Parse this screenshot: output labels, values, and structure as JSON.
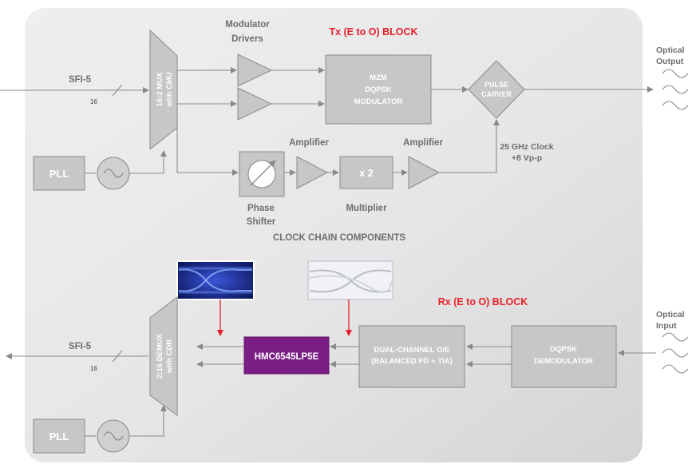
{
  "labels": {
    "modulator_drivers_1": "Modulator",
    "modulator_drivers_2": "Drivers",
    "tx_block": "Tx (E to O) BLOCK",
    "rx_block": "Rx (E to O) BLOCK",
    "optical_output_1": "Optical",
    "optical_output_2": "Output",
    "optical_input_1": "Optical",
    "optical_input_2": "Input",
    "sfi5_top": "SFI-5",
    "bus16_top": "16",
    "sfi5_bottom": "SFI-5",
    "bus16_bottom": "16",
    "mux_1": "16:2 MUX",
    "mux_2": "with CMU",
    "demux_1": "2:16 DEMUX",
    "demux_2": "with CDR",
    "mzm_1": "MZM",
    "mzm_2": "DQPSK",
    "mzm_3": "MODULATOR",
    "pulse_1": "PULSE",
    "pulse_2": "CARVER",
    "clock_1": "25 GHz Clock",
    "clock_2": "+8 Vp-p",
    "pll_top": "PLL",
    "pll_bottom": "PLL",
    "amplifier_1": "Amplifier",
    "amplifier_2": "Amplifier",
    "multiplier_box": "x 2",
    "multiplier_label": "Multiplier",
    "phase_1": "Phase",
    "phase_2": "Shifter",
    "clock_chain": "CLOCK CHAIN COMPONENTS",
    "hmc": "HMC6545LP5E",
    "oe_1": "DUAL-CHANNEL O/E",
    "oe_2": "(BALANCED PD + TIA)",
    "demod_1": "DQPSK",
    "demod_2": "DEMODULATOR"
  },
  "colors": {
    "hmc_fill": "#7a1e86",
    "block_title": "#e8202a",
    "box_fill": "#c7c7c7",
    "label_gray": "#6e6e6e",
    "eye_blue": "#1a2a8c",
    "eye_white": "#eef0f4"
  },
  "icons": [
    "oscillator-icon",
    "optical-wave-icon",
    "phase-shifter-icon",
    "eye-diagram-image"
  ]
}
